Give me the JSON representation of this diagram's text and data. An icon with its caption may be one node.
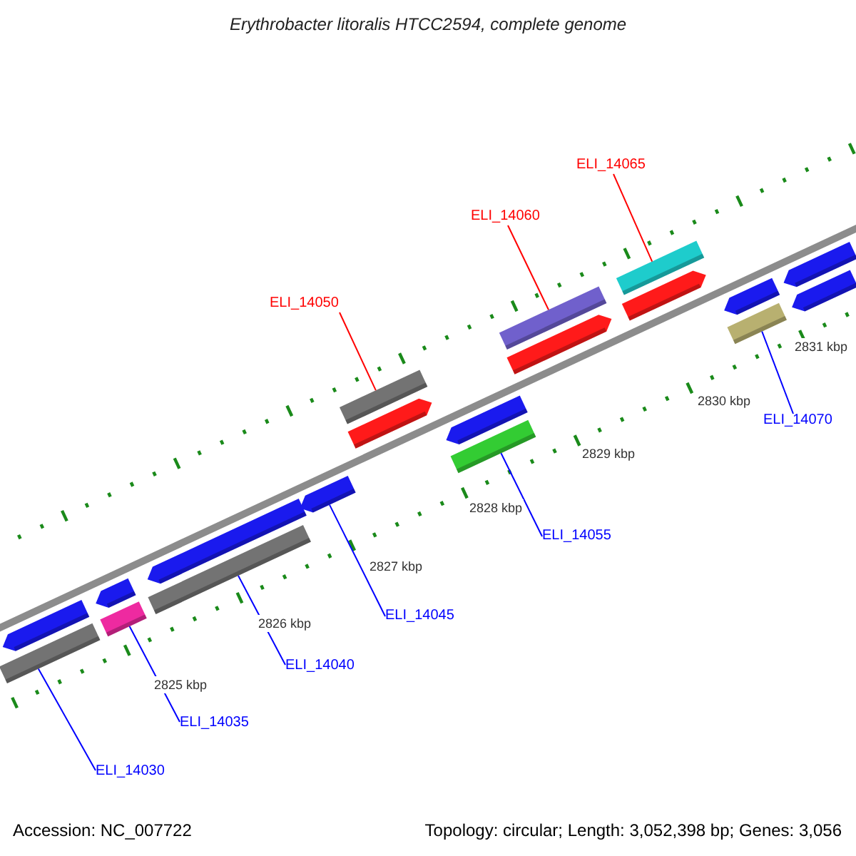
{
  "diagram": {
    "title": "Erythrobacter litoralis HTCC2594, complete genome",
    "nodes": [
      {
        "text": [
          "ELI_14065"
        ]
      },
      {
        "text": [
          "ELI_14060"
        ]
      },
      {
        "text": [
          "ELI_14050"
        ]
      },
      {
        "text": [
          "ELI_14070"
        ]
      },
      {
        "text": [
          "ELI_14055"
        ]
      },
      {
        "text": [
          "ELI_14045"
        ]
      },
      {
        "text": [
          "ELI_14040"
        ]
      },
      {
        "text": [
          "ELI_14035"
        ]
      },
      {
        "text": [
          "ELI_14030"
        ]
      },
      {
        "text": [],
        "shape": "bar"
      },
      {
        "text": [],
        "shape": "bar"
      },
      {
        "text": [],
        "shape": "bar"
      },
      {
        "text": [],
        "shape": "bar"
      },
      {
        "text": [],
        "shape": "bar"
      },
      {
        "text": [],
        "shape": "bar"
      },
      {
        "text": [],
        "shape": "bar"
      },
      {
        "text": [],
        "shape": "bar"
      },
      {
        "text": [],
        "shape": "bar"
      },
      {
        "text": [],
        "shape": "bar"
      },
      {
        "text": [],
        "shape": "bar"
      },
      {
        "text": [],
        "shape": "bar"
      },
      {
        "text": [],
        "shape": "bar"
      },
      {
        "text": [],
        "shape": "bar"
      },
      {
        "text": [],
        "shape": "bar"
      },
      {
        "text": [],
        "shape": "bar"
      },
      {
        "text": [],
        "shape": "bar"
      },
      {
        "text": [],
        "shape": "bar"
      },
      {
        "text": [],
        "shape": "bar"
      }
    ],
    "edges": [
      {
        "from": 0,
        "to": 23,
        "arrow": "none",
        "color": "#ff0000"
      },
      {
        "from": 1,
        "to": 21,
        "arrow": "none",
        "color": "#ff0000"
      },
      {
        "from": 2,
        "to": 17,
        "arrow": "none",
        "color": "#ff0000"
      },
      {
        "from": 3,
        "to": 24,
        "arrow": "none"
      },
      {
        "from": 4,
        "to": 18,
        "arrow": "none"
      },
      {
        "from": 5,
        "to": 15,
        "arrow": "none"
      },
      {
        "from": 6,
        "to": 13,
        "arrow": "none"
      },
      {
        "from": 7,
        "to": 11,
        "arrow": "none"
      },
      {
        "from": 8,
        "to": 10,
        "arrow": "none"
      }
    ],
    "labels": [
      "2831 kbp",
      "2830 kbp",
      "2829 kbp",
      "2828 kbp",
      "2827 kbp",
      "2826 kbp",
      "2825 kbp",
      "Accession: NC_007722",
      "Topology: circular; Length: 3,052,398 bp; Genes: 3,056"
    ]
  }
}
